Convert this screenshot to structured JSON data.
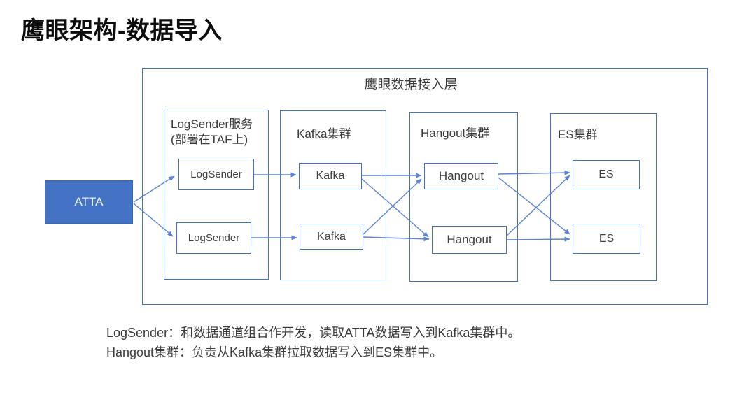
{
  "page": {
    "title": "鹰眼架构-数据导入"
  },
  "colors": {
    "accent_blue": "#4472C4",
    "arrow_blue": "#5b84d6",
    "source_node_fill": "#4472C4",
    "source_node_text": "#edf2fb",
    "label_text": "#3a3a3a"
  },
  "diagram": {
    "container_label": "鹰眼数据接入层",
    "source": {
      "id": "atta",
      "label": "ATTA"
    },
    "groups": [
      {
        "id": "logsender-group",
        "title_line1": "LogSender服务",
        "title_line2": "(部署在TAF上)",
        "nodes": [
          {
            "id": "logsender-1",
            "label": "LogSender"
          },
          {
            "id": "logsender-2",
            "label": "LogSender"
          }
        ]
      },
      {
        "id": "kafka-group",
        "title_line1": "Kafka集群",
        "title_line2": "",
        "nodes": [
          {
            "id": "kafka-1",
            "label": "Kafka"
          },
          {
            "id": "kafka-2",
            "label": "Kafka"
          }
        ]
      },
      {
        "id": "hangout-group",
        "title_line1": "Hangout集群",
        "title_line2": "",
        "nodes": [
          {
            "id": "hangout-1",
            "label": "Hangout"
          },
          {
            "id": "hangout-2",
            "label": "Hangout"
          }
        ]
      },
      {
        "id": "es-group",
        "title_line1": "ES集群",
        "title_line2": "",
        "nodes": [
          {
            "id": "es-1",
            "label": "ES"
          },
          {
            "id": "es-2",
            "label": "ES"
          }
        ]
      }
    ],
    "edges": [
      {
        "from": "atta",
        "to": "logsender-1"
      },
      {
        "from": "atta",
        "to": "logsender-2"
      },
      {
        "from": "logsender-1",
        "to": "kafka-1"
      },
      {
        "from": "logsender-2",
        "to": "kafka-2"
      },
      {
        "from": "kafka-1",
        "to": "hangout-1"
      },
      {
        "from": "kafka-1",
        "to": "hangout-2"
      },
      {
        "from": "kafka-2",
        "to": "hangout-1"
      },
      {
        "from": "kafka-2",
        "to": "hangout-2"
      },
      {
        "from": "hangout-1",
        "to": "es-1"
      },
      {
        "from": "hangout-1",
        "to": "es-2"
      },
      {
        "from": "hangout-2",
        "to": "es-1"
      },
      {
        "from": "hangout-2",
        "to": "es-2"
      }
    ]
  },
  "notes": {
    "line1": "LogSender：和数据通道组合作开发，读取ATTA数据写入到Kafka集群中。",
    "line2": "Hangout集群：负责从Kafka集群拉取数据写入到ES集群中。"
  }
}
